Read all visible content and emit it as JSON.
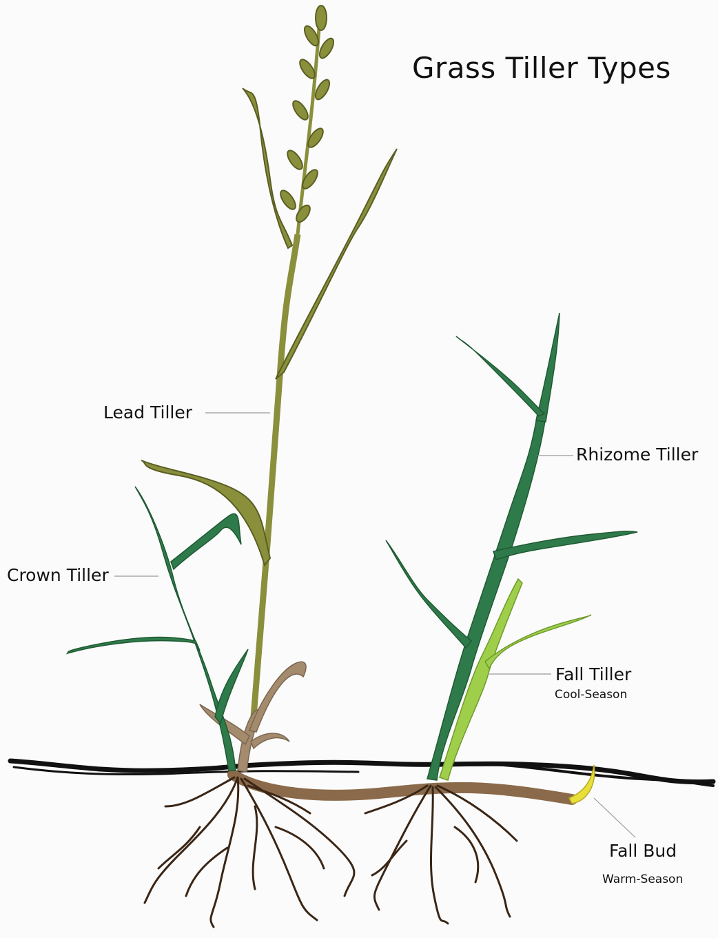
{
  "title": "Grass Tiller Types",
  "labels": {
    "lead_tiller": "Lead Tiller",
    "crown_tiller": "Crown Tiller",
    "rhizome_tiller": "Rhizome Tiller",
    "fall_tiller": "Fall Tiller",
    "fall_tiller_note": "Cool-Season",
    "fall_bud": "Fall Bud",
    "fall_bud_note": "Warm-Season"
  },
  "colors": {
    "lead_tiller": "#8a8f3c",
    "crown_tiller": "#2f7a4a",
    "rhizome_tiller": "#2f7a4a",
    "fall_tiller": "#9fcf4a",
    "fall_bud": "#e8e03a",
    "rhizome": "#8a6a4a",
    "roots": "#3a2616",
    "soil_line": "#111111"
  }
}
